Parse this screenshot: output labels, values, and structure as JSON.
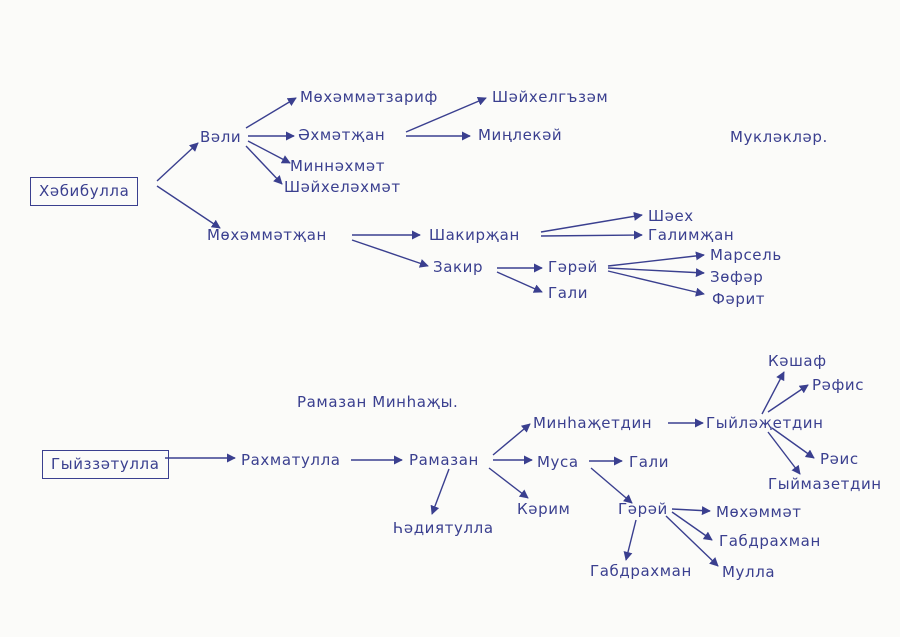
{
  "ink_color": "#3a3f8f",
  "captions": {
    "top": "Мукләкләр.",
    "bottom": "Рамазан Минһаҗы."
  },
  "nodes": {
    "habibulla": "Хәбибулла",
    "vali": "Вәли",
    "mohammatzarif": "Мөхәммәтзариф",
    "shayhelagyzam": "Шәйхелгъзәм",
    "ahmatjan": "Әхмәтҗан",
    "minlekay": "Миңлекәй",
    "minnahmat": "Миннәхмәт",
    "shayhelahmat": "Шәйхеләхмәт",
    "mohammatjan": "Мөхәммәтҗан",
    "shakirjan": "Шакирҗан",
    "shaeh": "Шәех",
    "galimjan": "Галимҗан",
    "zakir": "Закир",
    "garay1": "Гәрәй",
    "gali1": "Гали",
    "marsel": "Марсель",
    "zofar": "Зөфәр",
    "farit": "Фәрит",
    "giyzzatulla": "Гыйззәтулла",
    "rahmatulla": "Рахматулла",
    "ramazan": "Рамазан",
    "hadiyatulla": "Һәдиятулла",
    "minhajetdin": "Минһаҗетдин",
    "musa": "Муса",
    "gali2": "Гали",
    "karim": "Кәрим",
    "garay2": "Гәрәй",
    "mohammat": "Мөхәммәт",
    "gabdrahman1": "Габдрахман",
    "gabdrahman2": "Габдрахман",
    "mulla": "Мулла",
    "giylajetdin": "Гыйләҗетдин",
    "kashaf": "Кәшаф",
    "rafis": "Рәфис",
    "rais": "Рәис",
    "giymazetdin": "Гыймазетдин"
  }
}
